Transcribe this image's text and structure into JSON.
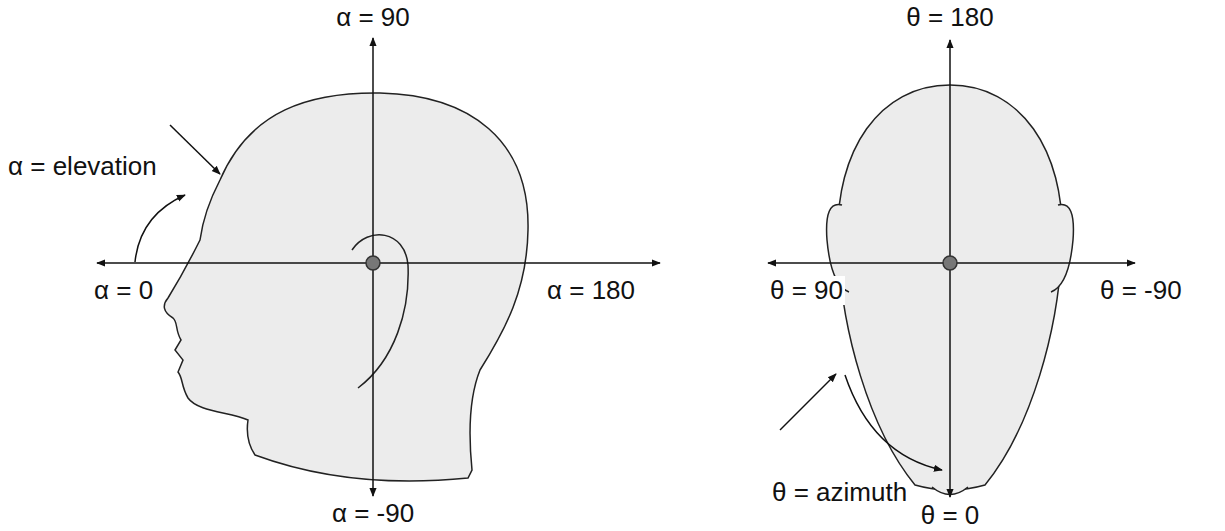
{
  "diagram": {
    "labels": [
      "α = 90",
      "α = elevation",
      "α = 0",
      "α = 180",
      "α = -90",
      "θ = 180",
      "θ = 90",
      "θ = -90",
      "θ = azimuth",
      "θ = 0"
    ]
  }
}
